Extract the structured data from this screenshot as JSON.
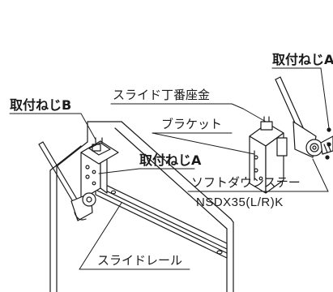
{
  "labels": {
    "screw_a_top": "取付ねじA",
    "screw_b": "取付ねじB",
    "slide_hinge_plate": "スライド丁番座金",
    "bracket": "ブラケット",
    "screw_a_mid": "取付ねじA",
    "soft_down_stay": "ソフトダウンステー",
    "model_number": "NSDX35(L/R)K",
    "slide_rail": "スライドレール"
  },
  "colors": {
    "line": "#1a1a1a",
    "fill": "#ffffff",
    "detail": "#666666"
  }
}
